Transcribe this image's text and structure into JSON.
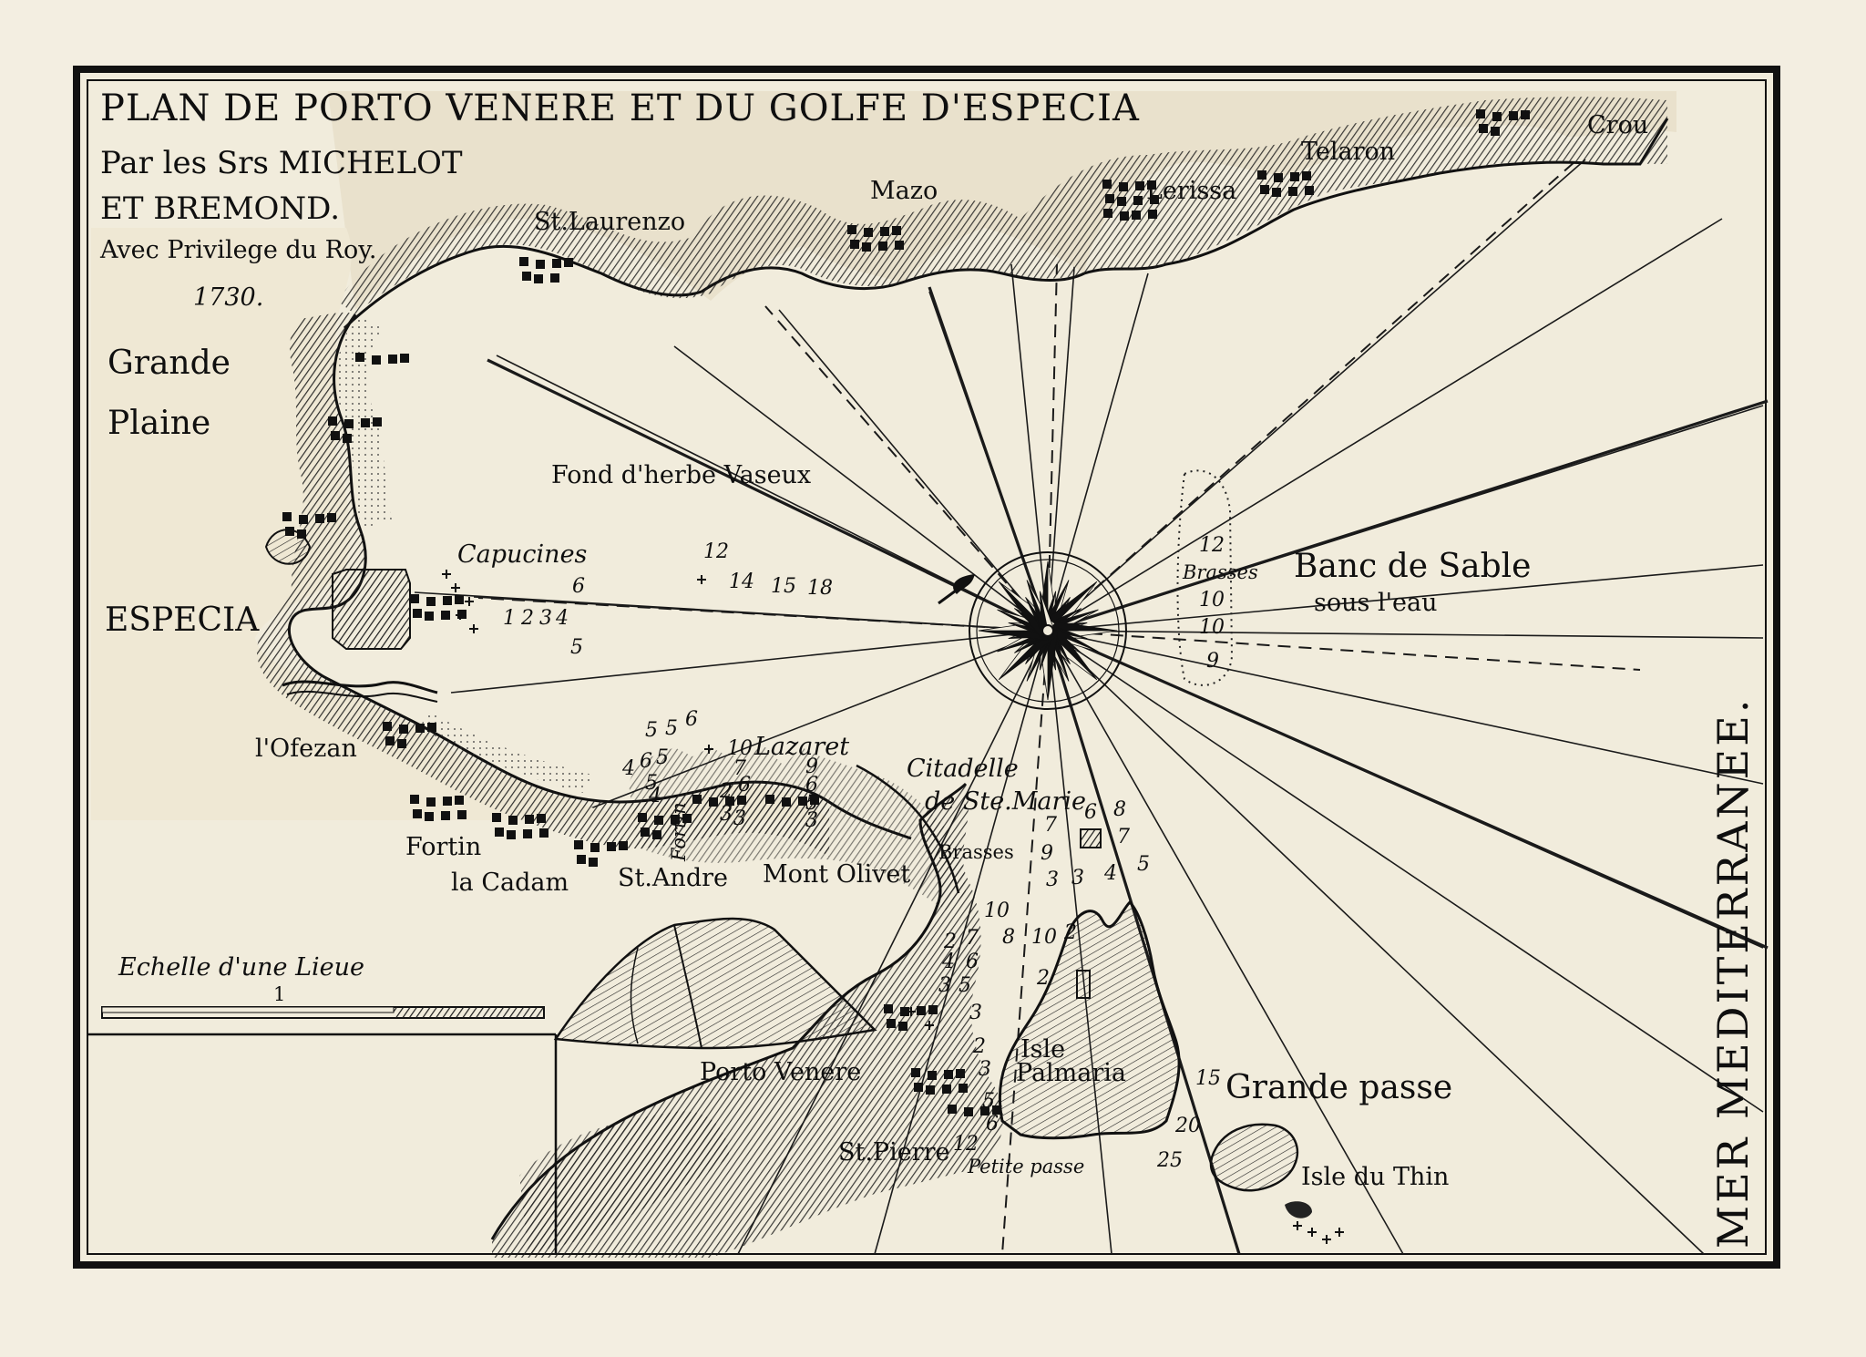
{
  "title": "PLAN DE PORTO VENERE ET DU GOLFE D'ESPECIA",
  "authors_line1": "Par les Srs MICHELOT",
  "authors_line2": "ET BREMOND.",
  "privilege": "Avec Privilege du Roy.",
  "year": "1730.",
  "sea_name": "MER MEDITERRANEE.",
  "scale": {
    "label": "Echelle d'une Lieue",
    "number": "1"
  },
  "places": {
    "crou": "Crou",
    "telaron": "Telaron",
    "lerissa": "Lerissa",
    "mazo": "Mazo",
    "st_laurenzo": "St.Laurenzo",
    "grande": "Grande",
    "plaine": "Plaine",
    "especia": "ESPECIA",
    "capucines": "Capucines",
    "ofezan": "l'Ofezan",
    "fortin_left": "Fortin",
    "la_cadam": "la Cadam",
    "st_andre": "St.Andre",
    "fortin_vertical": "Fortin",
    "lazaret": "Lazaret",
    "mont_olivet": "Mont Olivet",
    "citadelle_1": "Citadelle",
    "citadelle_2": "de Ste.Marie",
    "brasses_centre": "Brasses",
    "brasses_bank": "Brasses",
    "porto_venere": "Porto Venere",
    "isle_palmaria_1": "Isle",
    "isle_palmaria_2": "Palmaria",
    "st_pierre": "St.Pierre",
    "petite_passe": "Petite passe",
    "grande_passe": "Grande passe",
    "isle_du_thin": "Isle du Thin",
    "fond": "Fond d'herbe Vaseux",
    "banc_1": "Banc de Sable",
    "banc_2": "sous l'eau"
  },
  "soundings": {
    "top": [
      "12",
      "14",
      "15",
      "18"
    ],
    "especia_row": [
      "1",
      "2",
      "3",
      "4",
      "6",
      "5"
    ],
    "bank": [
      "12",
      "10",
      "10",
      "9"
    ],
    "lazaret_top": [
      "5",
      "5",
      "6",
      "10"
    ],
    "lazaret_cols": [
      "4",
      "6",
      "5",
      "5",
      "4",
      "7",
      "6",
      "3",
      "9",
      "6",
      "5",
      "3",
      "2",
      "3"
    ],
    "marie": [
      "6",
      "8",
      "7",
      "7",
      "9",
      "5",
      "3",
      "3",
      "4"
    ],
    "palmaria_side": [
      "10",
      "8",
      "10",
      "2",
      "2",
      "2",
      "4",
      "6",
      "7",
      "3",
      "5",
      "3",
      "2",
      "3",
      "5",
      "6",
      "12"
    ],
    "south": [
      "15",
      "20",
      "25"
    ]
  },
  "colors": {
    "paper": "#f3eee1",
    "ink": "#111111"
  }
}
